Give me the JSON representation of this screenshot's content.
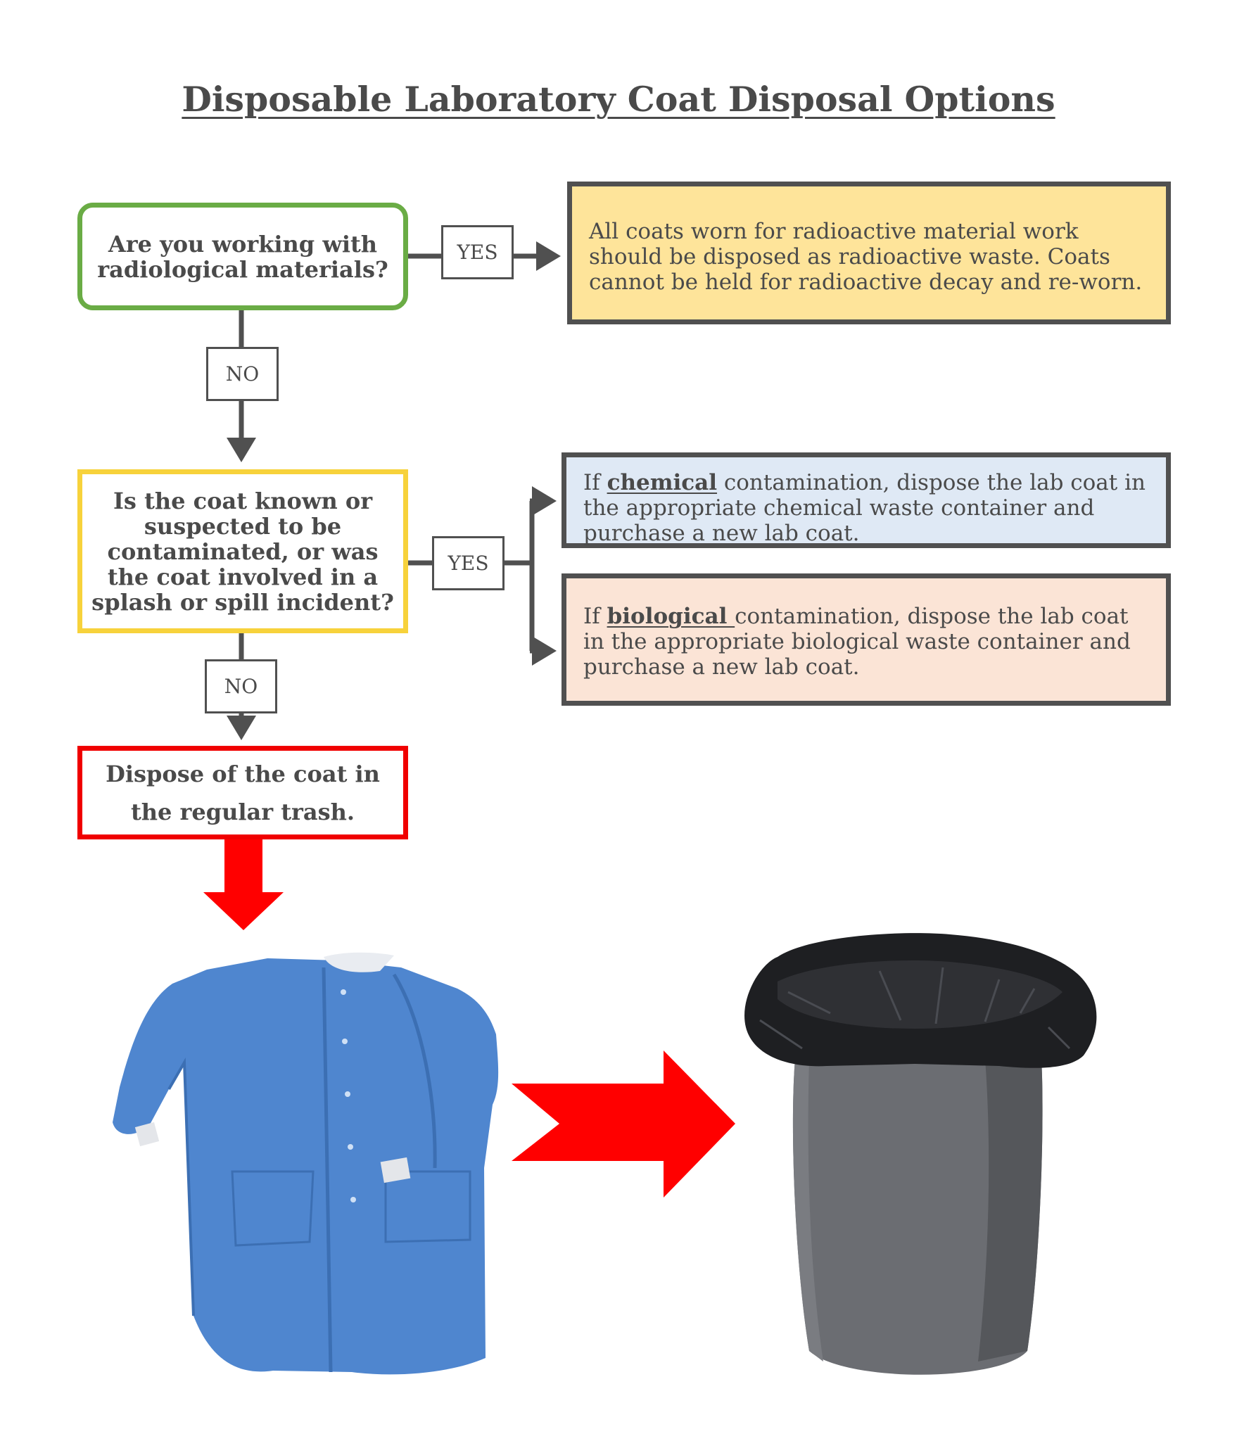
{
  "title": "Disposable Laboratory Coat Disposal Options",
  "question_radiological": "Are you working with radiological materials?",
  "question_contaminated": "Is the coat known or suspected to be contaminated, or was the coat involved in a splash or spill incident?",
  "outcome_regular_trash": "Dispose of the coat in the regular trash.",
  "labels": {
    "yes_1": "YES",
    "no_1": "NO",
    "yes_2": "YES",
    "no_2": "NO"
  },
  "radioactive_info": "All coats worn for radioactive material work should be disposed as radioactive waste.  Coats cannot be held for radioactive decay and re-worn.",
  "chemical_info": {
    "prefix": "If ",
    "keyword": "chemical",
    "rest": " contamination, dispose the lab coat in the appropriate chemical waste container and purchase a new lab coat."
  },
  "biological_info": {
    "prefix": "If ",
    "keyword": "biological ",
    "rest": "contamination, dispose the lab coat in the appropriate biological waste container and purchase a new lab coat."
  },
  "colors": {
    "green_border": "#6aac45",
    "yellow_border": "#f7d23b",
    "red_border": "#f00000",
    "radioactive_fill": "#fee49a",
    "chemical_fill": "#dfe9f5",
    "biological_fill": "#fbe4d6",
    "connector": "#505050",
    "big_arrow": "#ff0000"
  }
}
